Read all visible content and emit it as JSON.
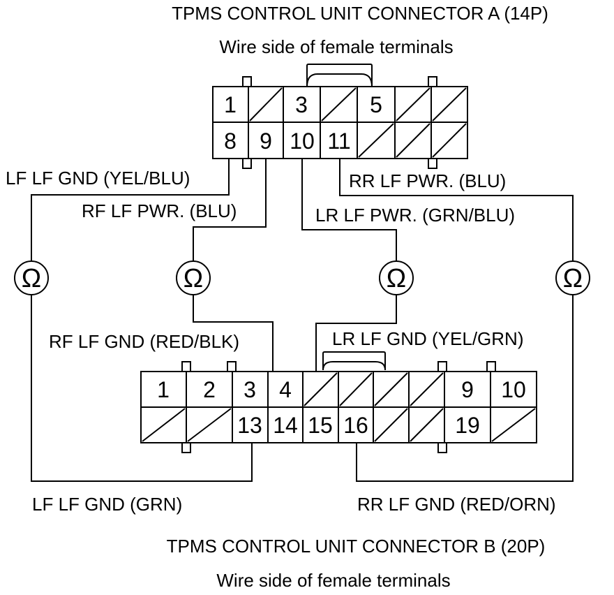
{
  "connector_a": {
    "title": "TPMS CONTROL UNIT CONNECTOR A (14P)",
    "subtitle": "Wire side of female terminals",
    "top_row": [
      "1",
      "",
      "3",
      "",
      "5",
      "",
      ""
    ],
    "bottom_row": [
      "8",
      "9",
      "10",
      "11",
      "",
      "",
      ""
    ]
  },
  "connector_b": {
    "title": "TPMS CONTROL UNIT CONNECTOR B (20P)",
    "subtitle": "Wire side of female terminals",
    "top_row": [
      "1",
      "2",
      "3",
      "4",
      "",
      "",
      "",
      "",
      "9",
      "10"
    ],
    "bottom_row": [
      "",
      "",
      "13",
      "14",
      "15",
      "16",
      "",
      "",
      "19",
      ""
    ]
  },
  "wires": {
    "lf_lf_gnd_a": "LF LF GND (YEL/BLU)",
    "rf_lf_pwr": "RF LF PWR. (BLU)",
    "lr_lf_pwr": "LR LF PWR. (GRN/BLU)",
    "rr_lf_pwr": "RR LF PWR. (BLU)",
    "rf_lf_gnd": "RF LF GND (RED/BLK)",
    "lr_lf_gnd": "LR LF GND (YEL/GRN)",
    "lf_lf_gnd_b": "LF LF GND (GRN)",
    "rr_lf_gnd": "RR LF GND (RED/ORN)"
  },
  "meter_symbol": "Ω"
}
